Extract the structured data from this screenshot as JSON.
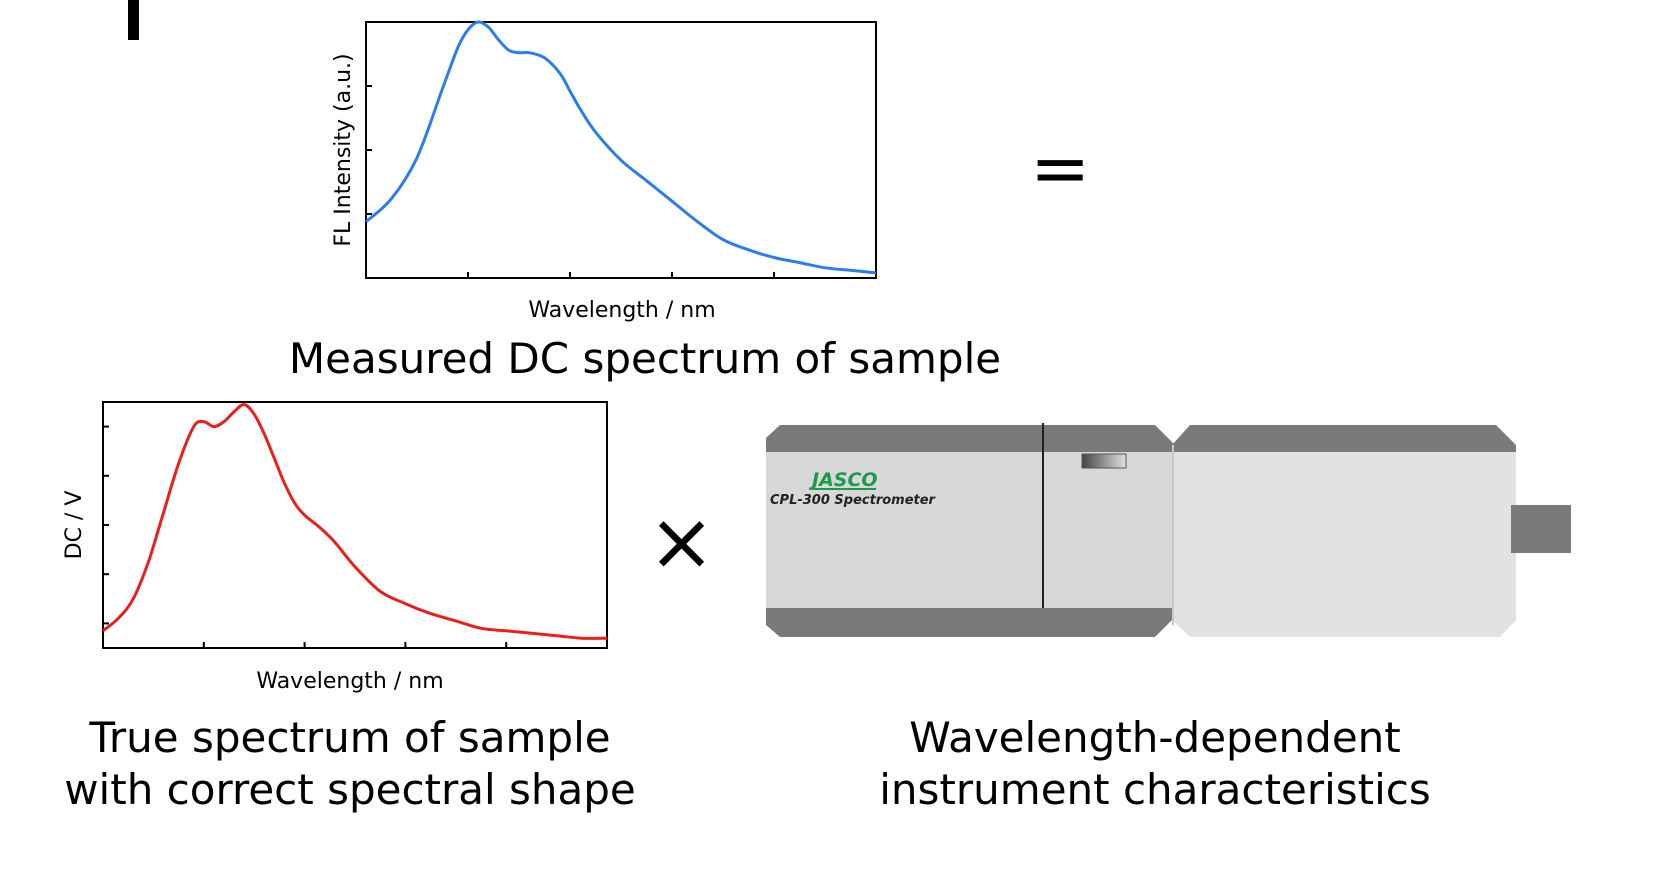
{
  "operators": {
    "equals": "=",
    "times": "×"
  },
  "captions": {
    "measured": "Measured DC spectrum of sample",
    "true_line1": "True spectrum of sample",
    "true_line2": "with correct spectral shape",
    "instrument_line1": "Wavelength-dependent",
    "instrument_line2": "instrument characteristics"
  },
  "instrument": {
    "brand": "JASCO",
    "model": "CPL-300 Spectrometer",
    "brand_color": "#1a9a4a"
  },
  "chart_data": [
    {
      "type": "line",
      "xlabel": "Wavelength / nm",
      "ylabel": "FL Intensity (a.u.)",
      "xlim": [
        0,
        1
      ],
      "ylim": [
        0,
        1
      ],
      "color": "#2b7de9",
      "x": [
        0.0,
        0.05,
        0.1,
        0.15,
        0.18,
        0.2,
        0.22,
        0.24,
        0.26,
        0.28,
        0.3,
        0.32,
        0.35,
        0.38,
        0.4,
        0.42,
        0.45,
        0.5,
        0.55,
        0.6,
        0.65,
        0.7,
        0.75,
        0.8,
        0.85,
        0.9,
        0.95,
        1.0
      ],
      "y": [
        0.22,
        0.31,
        0.47,
        0.74,
        0.9,
        0.97,
        1.0,
        0.98,
        0.93,
        0.89,
        0.88,
        0.88,
        0.86,
        0.8,
        0.73,
        0.66,
        0.57,
        0.46,
        0.38,
        0.3,
        0.22,
        0.15,
        0.11,
        0.08,
        0.06,
        0.04,
        0.03,
        0.02
      ]
    },
    {
      "type": "line",
      "xlabel": "Wavelength / nm",
      "ylabel": "DC / V",
      "xlim": [
        0,
        1
      ],
      "ylim": [
        0,
        1
      ],
      "color": "#e8201c",
      "x": [
        0.0,
        0.03,
        0.06,
        0.09,
        0.12,
        0.15,
        0.18,
        0.2,
        0.22,
        0.24,
        0.26,
        0.28,
        0.3,
        0.32,
        0.34,
        0.36,
        0.38,
        0.4,
        0.43,
        0.46,
        0.5,
        0.55,
        0.6,
        0.65,
        0.7,
        0.75,
        0.8,
        0.85,
        0.9,
        0.95,
        1.0
      ],
      "y": [
        0.07,
        0.12,
        0.2,
        0.35,
        0.55,
        0.75,
        0.9,
        0.92,
        0.9,
        0.92,
        0.96,
        0.99,
        0.95,
        0.87,
        0.77,
        0.67,
        0.59,
        0.54,
        0.49,
        0.43,
        0.33,
        0.23,
        0.18,
        0.14,
        0.11,
        0.08,
        0.07,
        0.06,
        0.05,
        0.04,
        0.04
      ]
    }
  ]
}
